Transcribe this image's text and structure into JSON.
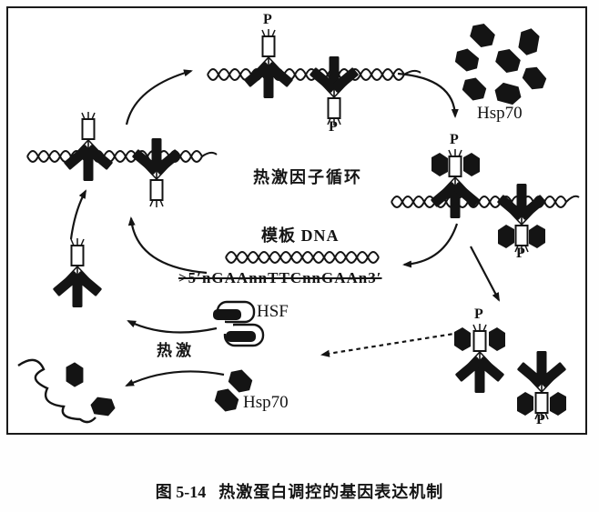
{
  "figure": {
    "caption_number": "图 5-14",
    "caption_title": "热激蛋白调控的基因表达机制"
  },
  "labels": {
    "cycle_title": "热激因子循环",
    "template_dna": "模板 DNA",
    "hse_sequence": ">5′nGAAnnTTCnnGAAn3′",
    "heat_shock": "热激",
    "hsf": "HSF",
    "hsp70_cluster": "Hsp70",
    "hsp70_free": "Hsp70",
    "phosphate": "P"
  },
  "colors": {
    "ink": "#141414",
    "paper": "#ffffff"
  }
}
